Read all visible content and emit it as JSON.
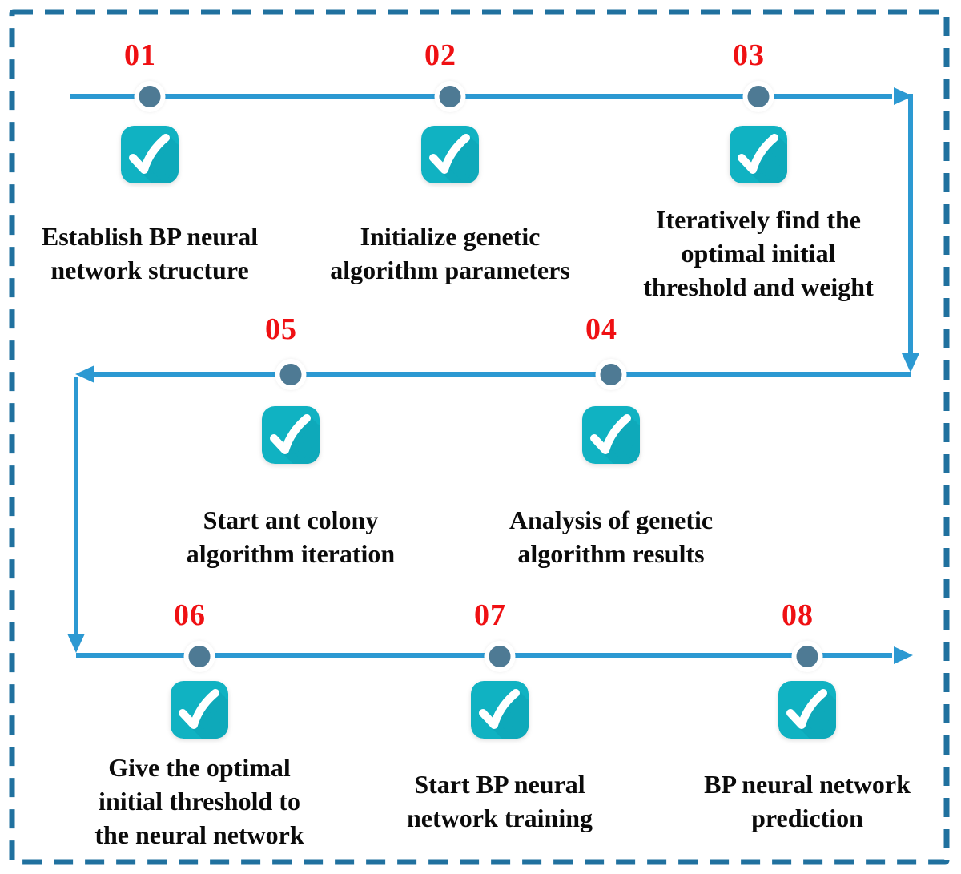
{
  "diagram": {
    "type": "flowchart-timeline",
    "description_visible": false,
    "flow_order": [
      "01",
      "02",
      "03",
      "04",
      "05",
      "06",
      "07",
      "08"
    ]
  },
  "colors": {
    "line": "#2c99d2",
    "border": "#20719f",
    "dot": "#4e7a94",
    "num": "#ef1013",
    "icon": "#10b2c2",
    "iconsh": "#0ea9ba",
    "text": "#0b0b0b"
  },
  "icons": {
    "step_icon": "checkmark-icon"
  },
  "steps": [
    {
      "num": "01",
      "lines": [
        "Establish BP neural",
        "network structure"
      ]
    },
    {
      "num": "02",
      "lines": [
        "Initialize genetic",
        "algorithm parameters"
      ]
    },
    {
      "num": "03",
      "lines": [
        "Iteratively find the",
        "optimal initial",
        "threshold and weight"
      ]
    },
    {
      "num": "04",
      "lines": [
        "Analysis of genetic",
        "algorithm results"
      ]
    },
    {
      "num": "05",
      "lines": [
        "Start ant colony",
        "algorithm iteration"
      ]
    },
    {
      "num": "06",
      "lines": [
        "Give the optimal",
        "initial threshold to",
        "the neural network"
      ]
    },
    {
      "num": "07",
      "lines": [
        "Start BP neural",
        "network training"
      ]
    },
    {
      "num": "08",
      "lines": [
        "BP neural network",
        "prediction"
      ]
    }
  ]
}
